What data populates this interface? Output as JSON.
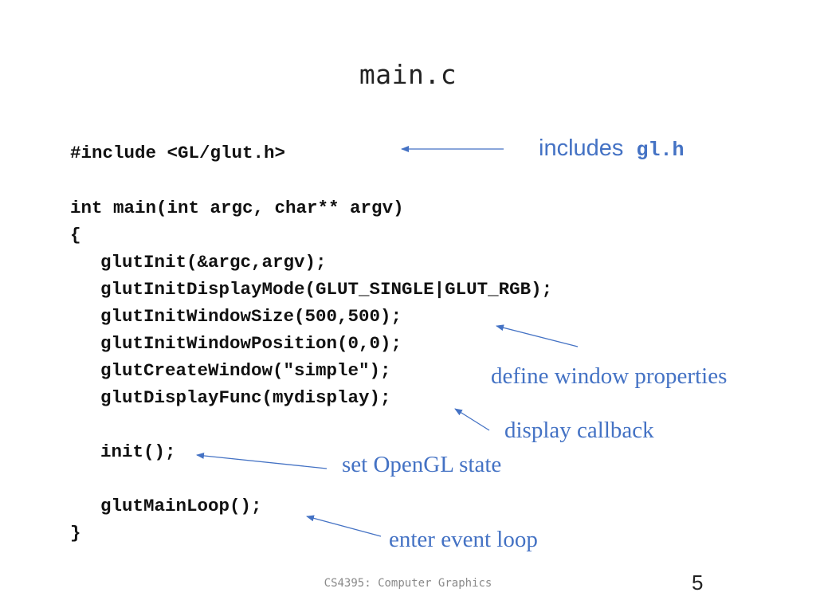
{
  "slide": {
    "title": "main.c",
    "code": {
      "include_line": "#include <GL/glut.h>",
      "main_signature": "int main(int argc, char** argv)",
      "open_brace": "{",
      "glut_init": "glutInit(&argc,argv);",
      "init_display_mode": "glutInitDisplayMode(GLUT_SINGLE|GLUT_RGB);",
      "init_window_size": "glutInitWindowSize(500,500);",
      "init_window_position": "glutInitWindowPosition(0,0);",
      "create_window": "glutCreateWindow(\"simple\");",
      "display_func": "glutDisplayFunc(mydisplay);",
      "init_call": "init();",
      "main_loop": "glutMainLoop();",
      "close_brace": "}"
    },
    "annotations": {
      "includes_text": "includes",
      "includes_code": "gl.h",
      "window_properties": "define window properties",
      "display_callback": "display callback",
      "opengl_state": "set OpenGL state",
      "event_loop": "enter event loop"
    },
    "footer": "CS4395: Computer Graphics",
    "page_number": "5",
    "colors": {
      "annotation": "#4472c4",
      "code": "#111111",
      "footer": "#8a8a8a"
    }
  }
}
